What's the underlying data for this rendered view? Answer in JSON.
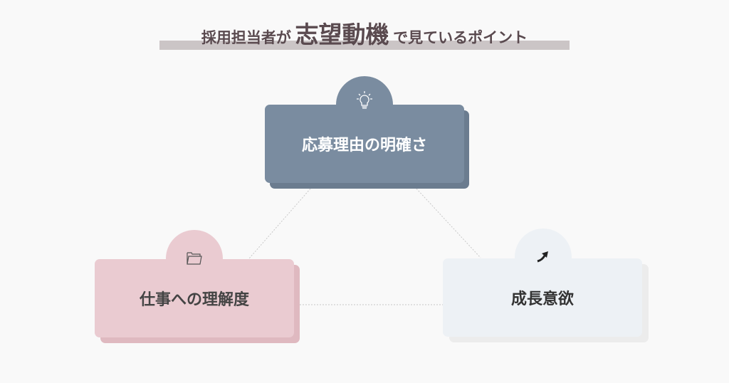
{
  "title": {
    "prefix": "採用担当者が",
    "emphasis": "志望動機",
    "suffix": "で見ているポイント"
  },
  "points": [
    {
      "label": "応募理由の明確さ",
      "icon": "lightbulb-icon",
      "color": "#7a8ca0",
      "shadow": "#6b7c8f",
      "text_color": "#ffffff"
    },
    {
      "label": "仕事への理解度",
      "icon": "folder-icon",
      "color": "#eacbd1",
      "shadow": "#dfb9c0",
      "text_color": "#444444"
    },
    {
      "label": "成長意欲",
      "icon": "trending-up-arrow-icon",
      "color": "#edf1f5",
      "shadow": "#ececec",
      "text_color": "#333333"
    }
  ]
}
